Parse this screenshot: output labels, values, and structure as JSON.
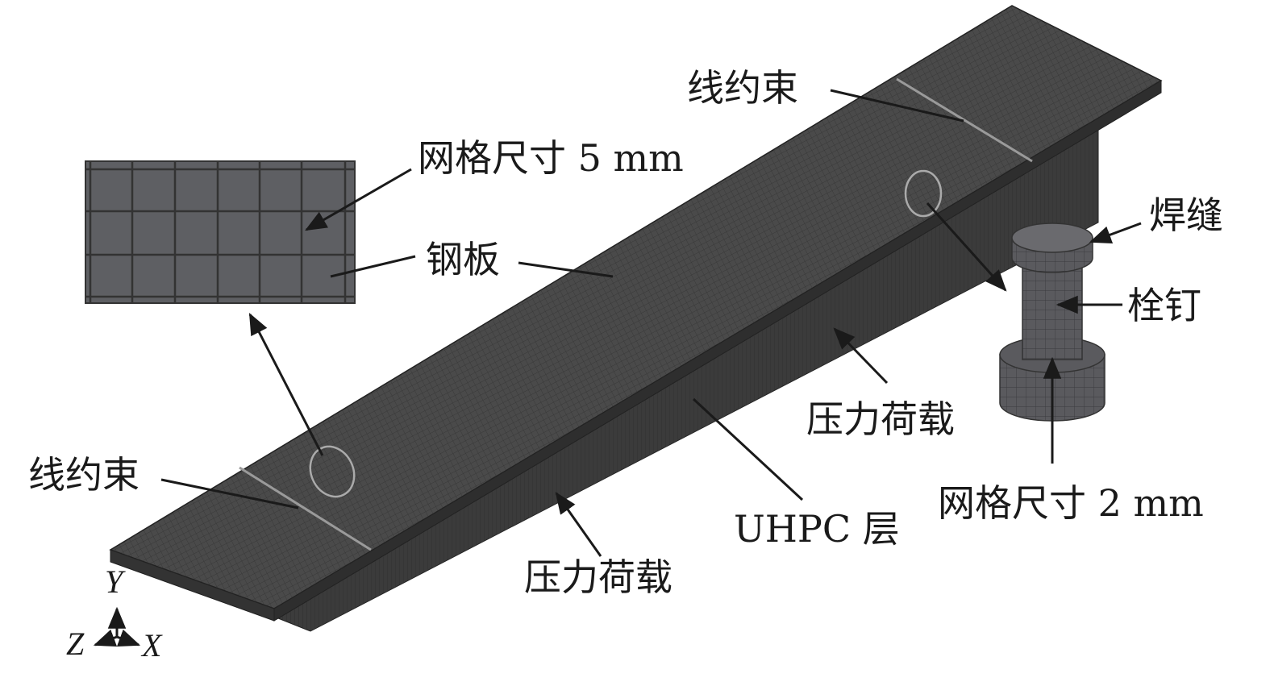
{
  "labels": {
    "line_constraint_top": "线约束",
    "line_constraint_left": "线约束",
    "mesh_5mm": "网格尺寸 5 mm",
    "steel_plate": "钢板",
    "weld": "焊缝",
    "stud": "栓钉",
    "pressure_load_right": "压力荷载",
    "pressure_load_bottom": "压力荷载",
    "uhpc_layer": "UHPC 层",
    "mesh_2mm": "网格尺寸 2 mm"
  },
  "axes": {
    "y": "Y",
    "z": "Z",
    "x": "X"
  },
  "colors": {
    "mesh_face": "#4a4a4a",
    "mesh_side": "#3a3a3a",
    "mesh_lines": "#2a2a2a",
    "zoom_face": "#5e5f63",
    "annotation": "#1a1a1a"
  }
}
